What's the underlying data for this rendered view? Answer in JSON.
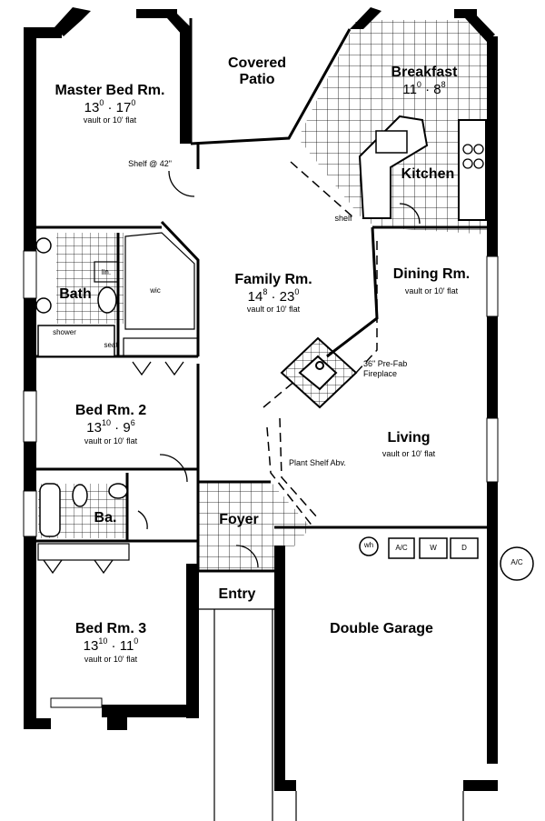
{
  "rooms": {
    "master": {
      "name": "Master Bed Rm.",
      "dim_a": "13",
      "dim_a_in": "0",
      "dim_b": "17",
      "dim_b_in": "0",
      "note": "vault or 10' flat"
    },
    "patio": {
      "name_1": "Covered",
      "name_2": "Patio"
    },
    "breakfast": {
      "name": "Breakfast",
      "dim_a": "11",
      "dim_a_in": "0",
      "dim_b": "8",
      "dim_b_in": "8"
    },
    "kitchen": {
      "name": "Kitchen"
    },
    "family": {
      "name": "Family Rm.",
      "dim_a": "14",
      "dim_a_in": "8",
      "dim_b": "23",
      "dim_b_in": "0",
      "note": "vault or 10' flat"
    },
    "dining": {
      "name": "Dining Rm.",
      "note": "vault or 10' flat"
    },
    "living": {
      "name": "Living",
      "note": "vault or 10' flat"
    },
    "bath": {
      "name": "Bath"
    },
    "bed2": {
      "name": "Bed Rm. 2",
      "dim_a": "13",
      "dim_a_in": "10",
      "dim_b": "9",
      "dim_b_in": "6",
      "note": "vault or 10' flat"
    },
    "ba": {
      "name": "Ba."
    },
    "bed3": {
      "name": "Bed Rm. 3",
      "dim_a": "13",
      "dim_a_in": "10",
      "dim_b": "11",
      "dim_b_in": "0",
      "note": "vault or 10' flat"
    },
    "foyer": {
      "name": "Foyer"
    },
    "entry": {
      "name": "Entry"
    },
    "garage": {
      "name": "Double Garage"
    }
  },
  "annotations": {
    "shelf42": "Shelf @ 42\"",
    "shelf": "shelf",
    "lin": "lin.",
    "wic": "wic",
    "shower": "shower",
    "seat": "seat",
    "fireplace_1": "36\" Pre-Fab",
    "fireplace_2": "Fireplace",
    "plant_shelf": "Plant Shelf Abv.",
    "wh": "wh",
    "ac": "A/C",
    "w": "W",
    "d": "D",
    "ac_outside": "A/C"
  }
}
